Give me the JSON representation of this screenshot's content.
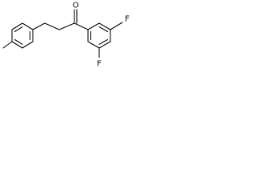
{
  "structure": {
    "atoms": {
      "oxygen": "O",
      "fluorine_top": "F",
      "fluorine_bottom": "F"
    }
  }
}
